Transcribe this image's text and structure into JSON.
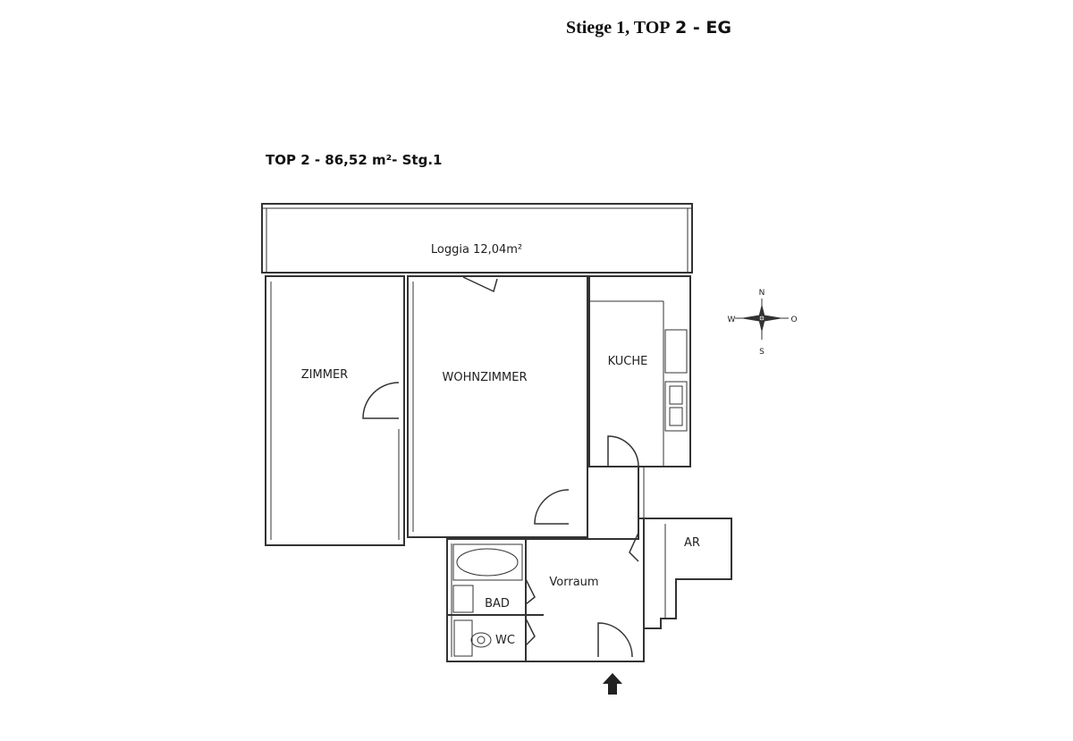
{
  "header": {
    "prefix": "Stiege 1, TOP",
    "suffix": "2 - EG"
  },
  "plan": {
    "title": "TOP 2 -  86,52 m²- Stg.1",
    "rooms": {
      "loggia": "Loggia 12,04m²",
      "zimmer": "ZIMMER",
      "wohnzimmer": "WOHNZIMMER",
      "kueche": "KUCHE",
      "ar": "AR",
      "vorraum": "Vorraum",
      "bad": "BAD",
      "wc": "WC"
    }
  },
  "compass": {
    "north": "N",
    "south": "S",
    "west": "W",
    "east": "O"
  },
  "entrance_icon": "arrow-up-icon",
  "colors": {
    "line": "#333333",
    "background": "#ffffff"
  }
}
